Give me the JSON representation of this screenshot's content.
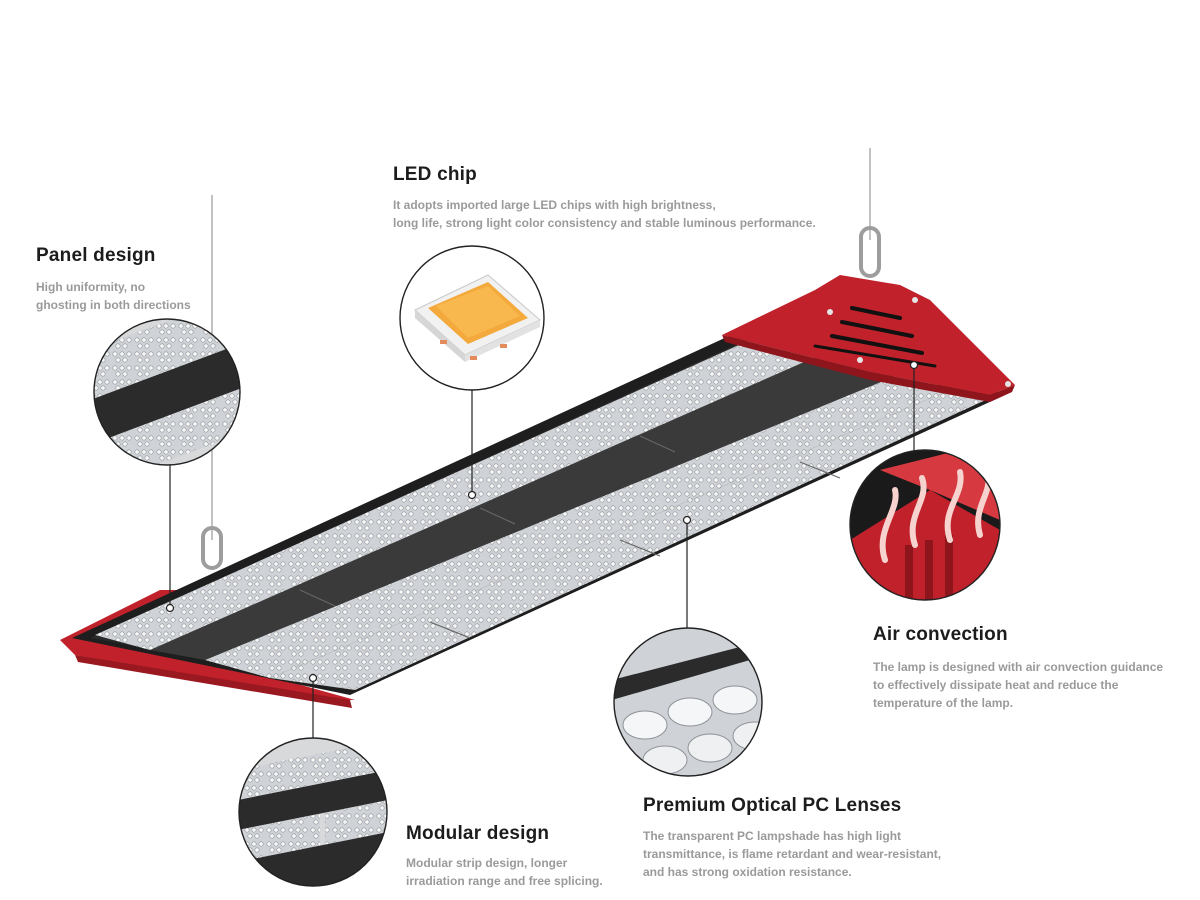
{
  "features": {
    "led_chip": {
      "title": "LED chip",
      "lines": [
        "It adopts imported large LED chips with high brightness,",
        "long life, strong light color consistency and stable luminous performance."
      ]
    },
    "panel_design": {
      "title": "Panel design",
      "lines": [
        "High uniformity, no",
        "ghosting in both directions"
      ]
    },
    "air_convection": {
      "title": "Air convection",
      "lines": [
        "The lamp is designed with air convection guidance",
        "to effectively dissipate heat and reduce the",
        "temperature of the lamp."
      ]
    },
    "optical_lenses": {
      "title": "Premium Optical PC Lenses",
      "lines": [
        "The transparent PC lampshade has high light",
        "transmittance, is flame retardant and wear-resistant,",
        "and has strong oxidation resistance."
      ]
    },
    "modular_design": {
      "title": "Modular design",
      "lines": [
        "Modular strip design, longer",
        "irradiation range and free splicing."
      ]
    }
  },
  "colors": {
    "housing_red": "#c0212b",
    "housing_black": "#1e1e1e",
    "title_text": "#1c1c1c",
    "body_text": "#9a9a9a",
    "chip_yellow": "#f4a93c"
  },
  "icons": [
    "led-chip-icon",
    "panel-detail-icon",
    "airflow-detail-icon",
    "lens-detail-icon",
    "module-detail-icon"
  ]
}
